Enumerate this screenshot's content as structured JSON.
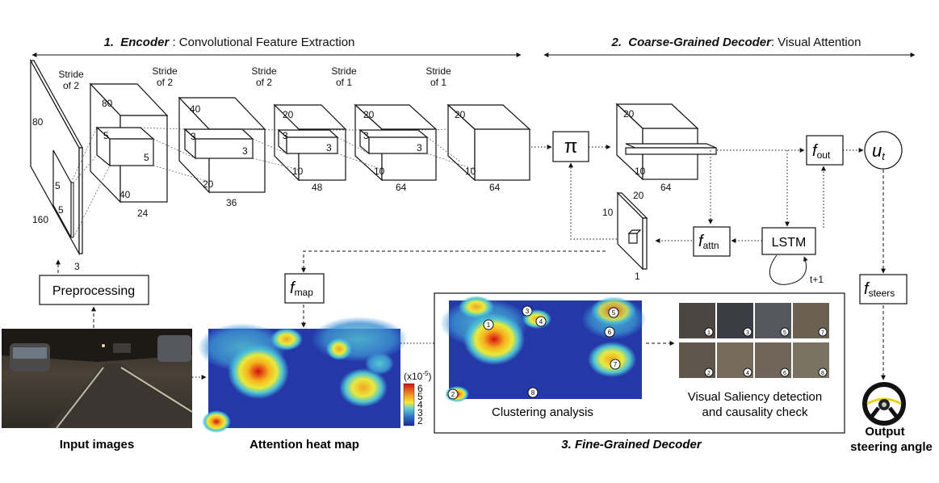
{
  "sections": {
    "encoder": {
      "num": "1.",
      "title": "Encoder",
      "rest": " : Convolutional Feature Extraction"
    },
    "coarse": {
      "num": "2.",
      "title": "Coarse-Grained Decoder",
      "rest": ": Visual Attention"
    },
    "fine": "3. Fine-Grained Decoder"
  },
  "encoder": {
    "strides": [
      "Stride of 2",
      "Stride of 2",
      "Stride of 2",
      "Stride of 1",
      "Stride of 1"
    ],
    "input_dims": {
      "height": "80",
      "width": "160",
      "depth": "3",
      "k1": "5",
      "k2": "5"
    },
    "layers": [
      {
        "h": "80",
        "k": "5",
        "k2": "5",
        "d": "40",
        "w": "24"
      },
      {
        "h": "40",
        "k": "3",
        "k2": "3",
        "d": "20",
        "w": "36"
      },
      {
        "h": "20",
        "k": "3",
        "k2": "3",
        "d": "10",
        "w": "48"
      },
      {
        "h": "20",
        "k": "3",
        "k2": "3",
        "d": "10",
        "w": "64"
      },
      {
        "h": "20",
        "d": "10",
        "w": "64"
      }
    ]
  },
  "decoder": {
    "pi": "π",
    "feature_h": "20",
    "feature_d": "10",
    "feature_w": "64",
    "attn_map": {
      "h": "10",
      "w": "20",
      "d": "1"
    },
    "f_out": {
      "base": "f",
      "sub": "out"
    },
    "u_t": {
      "base": "u",
      "sub": "t"
    },
    "f_attn": {
      "base": "f",
      "sub": "attn"
    },
    "lstm": "LSTM",
    "loop": "t+1",
    "f_steers": {
      "base": "f",
      "sub": "steers"
    },
    "f_map": {
      "base": "f",
      "sub": "map"
    }
  },
  "preprocessing": "Preprocessing",
  "captions": {
    "input": "Input images",
    "heatmap": "Attention heat map",
    "output": "Output steering angle",
    "clustering": "Clustering analysis",
    "saliency": "Visual Saliency detection and causality check"
  },
  "colorbar": {
    "title": "(x10",
    "exp": "-5",
    "close": ")",
    "ticks": [
      "6",
      "5",
      "4",
      "3",
      "2"
    ]
  },
  "clusters": [
    "1",
    "2",
    "3",
    "4",
    "5",
    "6",
    "7",
    "8"
  ],
  "colors": {
    "heat_low": "#1c2f9e",
    "heat_mid": "#35b6d8",
    "heat_high": "#e41d1d"
  }
}
